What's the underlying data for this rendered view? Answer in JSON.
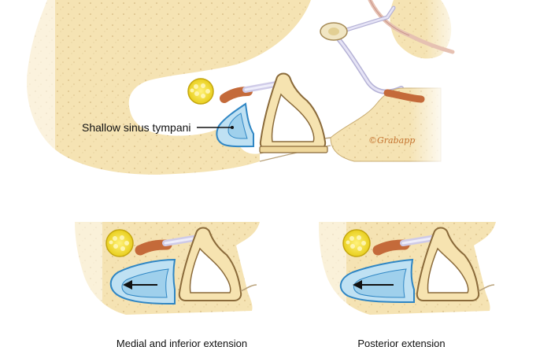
{
  "diagram": {
    "label_main": "Shallow sinus tympani",
    "signature": "©Grabapp",
    "label_left": "Medial and inferior extension",
    "label_right": "Posterior extension",
    "colors": {
      "bone": "#f5e3b3",
      "bone_outline": "#c9ad73",
      "bone_dots": "#d9c08a",
      "sinus_fill": "#bfe1f3",
      "sinus_outline": "#2f86c4",
      "facial_nerve": "#f2dc2c",
      "tendon": "#c46a3a",
      "stapes": "#f6e3b0",
      "stapes_outline": "#8a6a3a",
      "ossicle_chain": "#d8d6ee",
      "membrane": "#e8c7b8"
    }
  }
}
